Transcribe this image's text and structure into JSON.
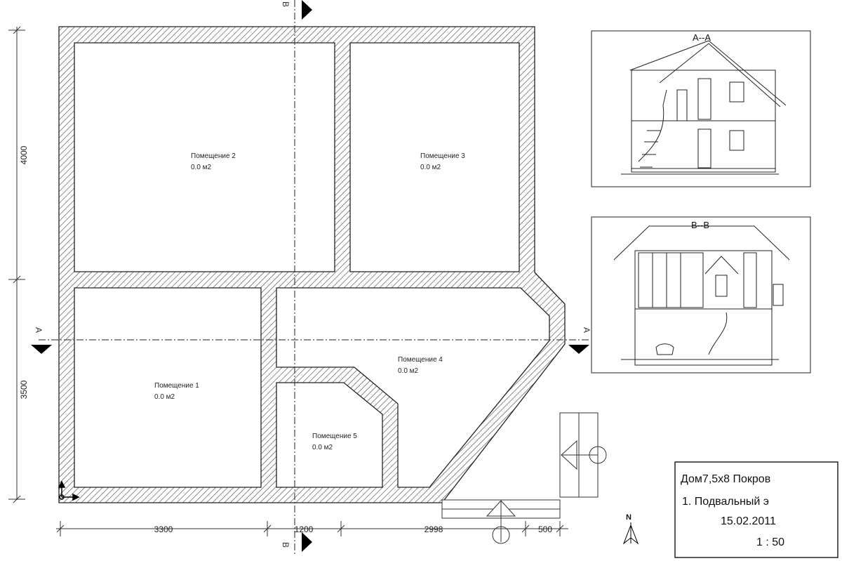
{
  "rooms": [
    {
      "name": "Помещение 2",
      "area": "0.0 м2"
    },
    {
      "name": "Помещение 3",
      "area": "0.0 м2"
    },
    {
      "name": "Помещение 1",
      "area": "0.0 м2"
    },
    {
      "name": "Помещение 4",
      "area": "0.0 м2"
    },
    {
      "name": "Помещение 5",
      "area": "0.0 м2"
    }
  ],
  "dimensions": {
    "left": [
      "4000",
      "3500"
    ],
    "bottom": [
      "3300",
      "1200",
      "2998",
      "500"
    ]
  },
  "section_marks": {
    "vertical": "B",
    "horizontal": "A"
  },
  "section_views": {
    "top_label": "A--A",
    "bottom_label": "B--B"
  },
  "north_label": "N",
  "title_block": {
    "project": "Дом7,5x8 Покров",
    "sheet": "1. Подвальный э",
    "date": "15.02.2011",
    "scale": "1 : 50"
  }
}
